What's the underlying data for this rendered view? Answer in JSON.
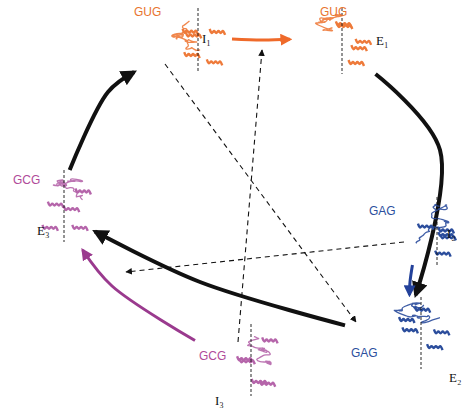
{
  "diagram": {
    "nodes": [
      {
        "text": [
          "GUG",
          "I₁"
        ]
      },
      {
        "text": [
          "GUG",
          "E₁"
        ]
      },
      {
        "text": [
          "GAG",
          "I₂"
        ]
      },
      {
        "text": [
          "GAG",
          "E₂"
        ]
      },
      {
        "text": [
          "GCG",
          "I₃"
        ]
      },
      {
        "text": [
          "GCG",
          "E₃"
        ]
      }
    ],
    "edges": [
      {
        "from": 0,
        "to": 1,
        "arrow": "to"
      },
      {
        "from": 1,
        "to": 3,
        "arrow": "to"
      },
      {
        "from": 3,
        "to": 5,
        "arrow": "to"
      },
      {
        "from": 5,
        "to": 0,
        "arrow": "to"
      },
      {
        "from": 2,
        "to": 3,
        "arrow": "to"
      },
      {
        "from": 4,
        "to": 5,
        "arrow": "to"
      }
    ]
  }
}
